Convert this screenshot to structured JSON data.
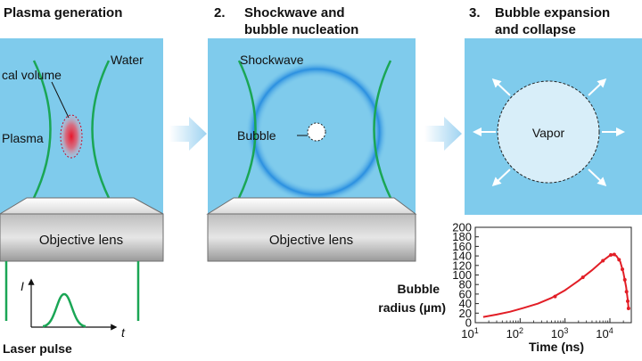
{
  "steps": {
    "step1": {
      "title": "Plasma generation"
    },
    "step2": {
      "number": "2.",
      "line1": "Shockwave and",
      "line2": "bubble nucleation"
    },
    "step3": {
      "number": "3.",
      "line1": "Bubble expansion",
      "line2": "and collapse"
    }
  },
  "panel1": {
    "focal_volume_label": "cal volume",
    "water_label": "Water",
    "plasma_label": "Plasma",
    "lens_label": "Objective lens"
  },
  "panel2": {
    "shockwave_label": "Shockwave",
    "bubble_label": "Bubble",
    "lens_label": "Objective lens"
  },
  "panel3": {
    "vapor_label": "Vapor"
  },
  "pulse_inset": {
    "y_label": "I",
    "x_label": "t",
    "caption": "Laser pulse"
  },
  "colors": {
    "water": "#7fcbec",
    "green": "#1aa655",
    "shock": "#1f8fe0",
    "plasma": "#e8152a",
    "curve": "#e21e26",
    "arrow": "#a8d8f2"
  },
  "chart_data": {
    "type": "line",
    "x_scale": "log",
    "xlabel": "Time (ns)",
    "ylabel_line1": "Bubble",
    "ylabel_line2": "radius (µm)",
    "xlim": [
      10,
      30000
    ],
    "ylim": [
      0,
      200
    ],
    "x_ticks": [
      {
        "value": 10,
        "base": "10",
        "exp": "1"
      },
      {
        "value": 100,
        "base": "10",
        "exp": "2"
      },
      {
        "value": 1000,
        "base": "10",
        "exp": "3"
      },
      {
        "value": 10000,
        "base": "10",
        "exp": "4"
      }
    ],
    "y_ticks": [
      "0",
      "20",
      "40",
      "60",
      "80",
      "100",
      "120",
      "140",
      "160",
      "180",
      "200"
    ],
    "series": [
      {
        "x": [
          15,
          30,
          60,
          120,
          250,
          500,
          1000,
          2000,
          4000,
          7000,
          10000,
          12000,
          14000,
          17000,
          20000,
          23000,
          25000,
          26000
        ],
        "y": [
          12,
          17,
          23,
          31,
          40,
          52,
          68,
          88,
          110,
          130,
          141,
          143,
          140,
          128,
          105,
          75,
          48,
          30
        ]
      }
    ],
    "markers": [
      {
        "x": 600,
        "y": 55
      },
      {
        "x": 2500,
        "y": 95
      },
      {
        "x": 7000,
        "y": 130
      },
      {
        "x": 10500,
        "y": 142
      },
      {
        "x": 12500,
        "y": 143
      },
      {
        "x": 16000,
        "y": 132
      },
      {
        "x": 19000,
        "y": 112
      },
      {
        "x": 21500,
        "y": 90
      },
      {
        "x": 23500,
        "y": 65
      },
      {
        "x": 25000,
        "y": 45
      },
      {
        "x": 26000,
        "y": 30
      }
    ]
  }
}
